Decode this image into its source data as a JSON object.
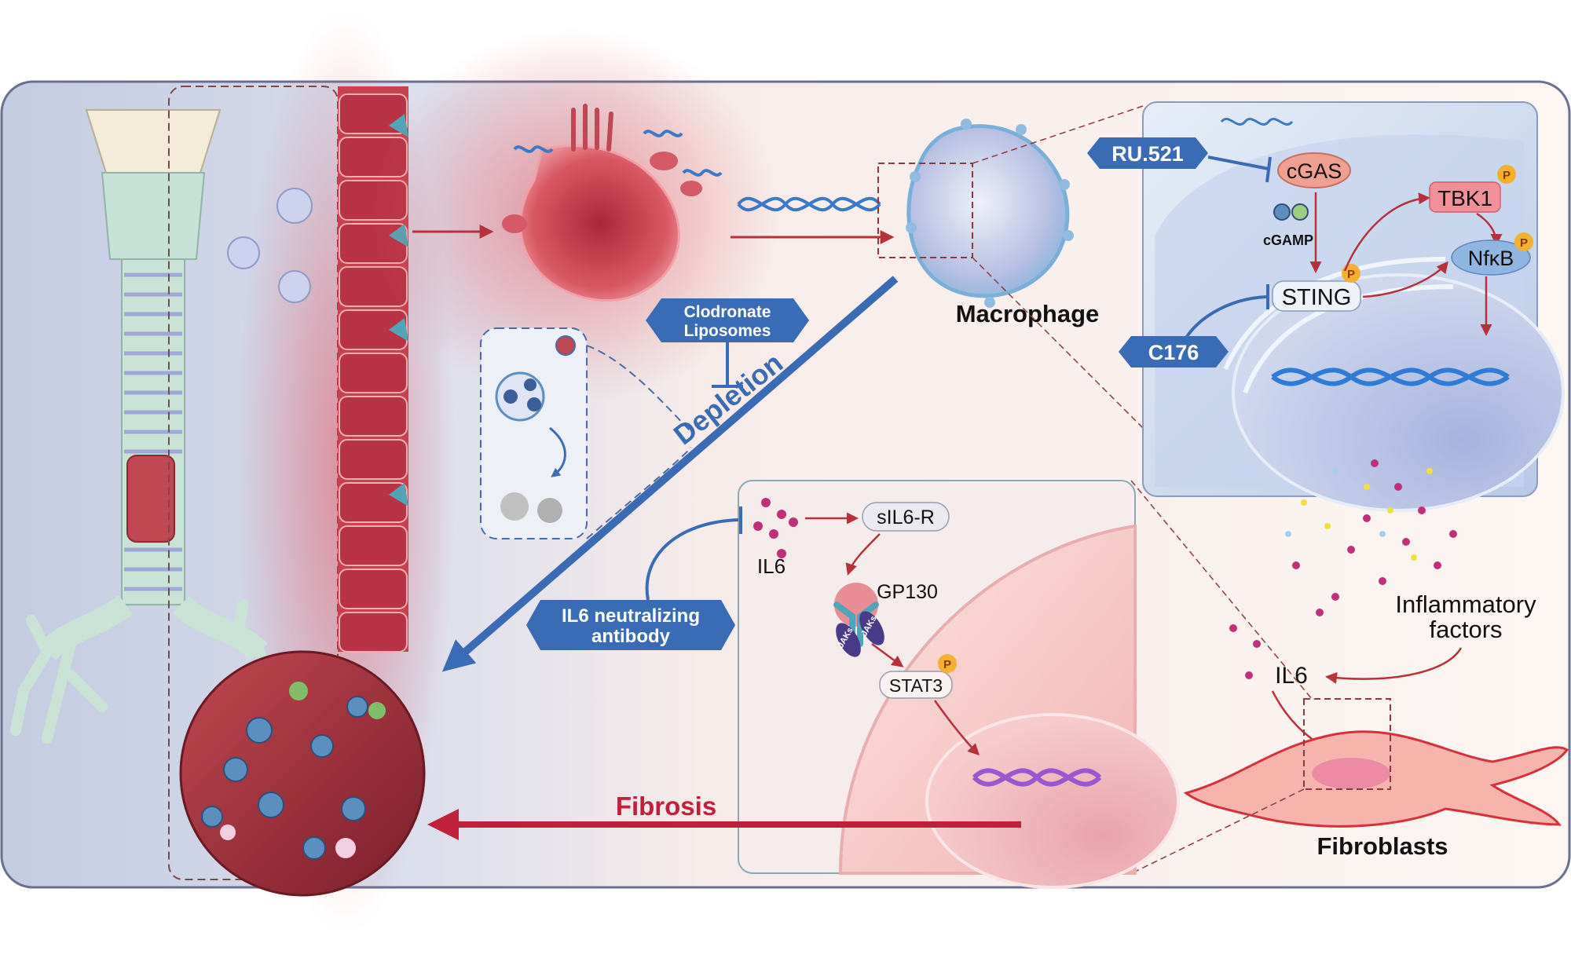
{
  "labels": {
    "macrophage": "Macrophage",
    "clodronate_line1": "Clodronate",
    "clodronate_line2": "Liposomes",
    "depletion": "Depletion",
    "ru521": "RU.521",
    "c176": "C176",
    "cgas": "cGAS",
    "cgamp": "cGAMP",
    "sting": "STING",
    "tbk1": "TBK1",
    "nfkb": "NfκB",
    "phospho": "P",
    "inflammatory_line1": "Inflammatory",
    "inflammatory_line2": "factors",
    "il6_right": "IL6",
    "fibroblasts": "Fibroblasts",
    "il6_left": "IL6",
    "sil6r": "sIL6-R",
    "gp130": "GP130",
    "jaks": "JAKs",
    "stat3": "STAT3",
    "antibody_line1": "IL6 neutralizing",
    "antibody_line2": "antibody",
    "fibrosis": "Fibrosis"
  },
  "colors": {
    "panel_left": "#c6cee3",
    "panel_right": "#fbf2ef",
    "blue_label": "#3a6bb5",
    "fibrosis_red": "#c0203a",
    "arrow_red": "#b8303a",
    "cgas_fill": "#f0a090",
    "tbk1_fill": "#f2909a",
    "nfkb_fill": "#8fb6e0",
    "p_badge": "#f5b030"
  }
}
